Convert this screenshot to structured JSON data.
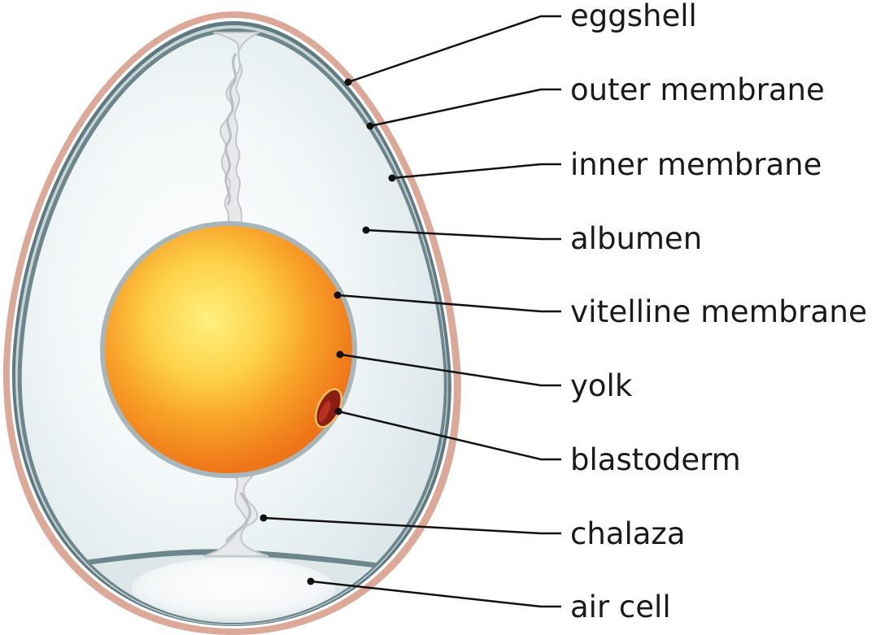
{
  "labels": {
    "eggshell": "eggshell",
    "outer_membrane": "outer membrane",
    "inner_membrane": "inner membrane",
    "albumen": "albumen",
    "vitelline_membrane": "vitelline membrane",
    "yolk": "yolk",
    "blastoderm": "blastoderm",
    "chalaza": "chalaza",
    "air_cell": "air cell"
  },
  "colors": {
    "eggshell": "#dca898",
    "membrane": "#5f7a80",
    "albumen": "#e8f0f2",
    "yolk_outer": "#f07d1c",
    "yolk_inner": "#fde57a",
    "vitelline": "#a9b6b9",
    "blastoderm": "#8a1e14",
    "chalaza": "#e4e6e7",
    "air_cell": "#f7f9fa",
    "leader_line": "#111111"
  }
}
